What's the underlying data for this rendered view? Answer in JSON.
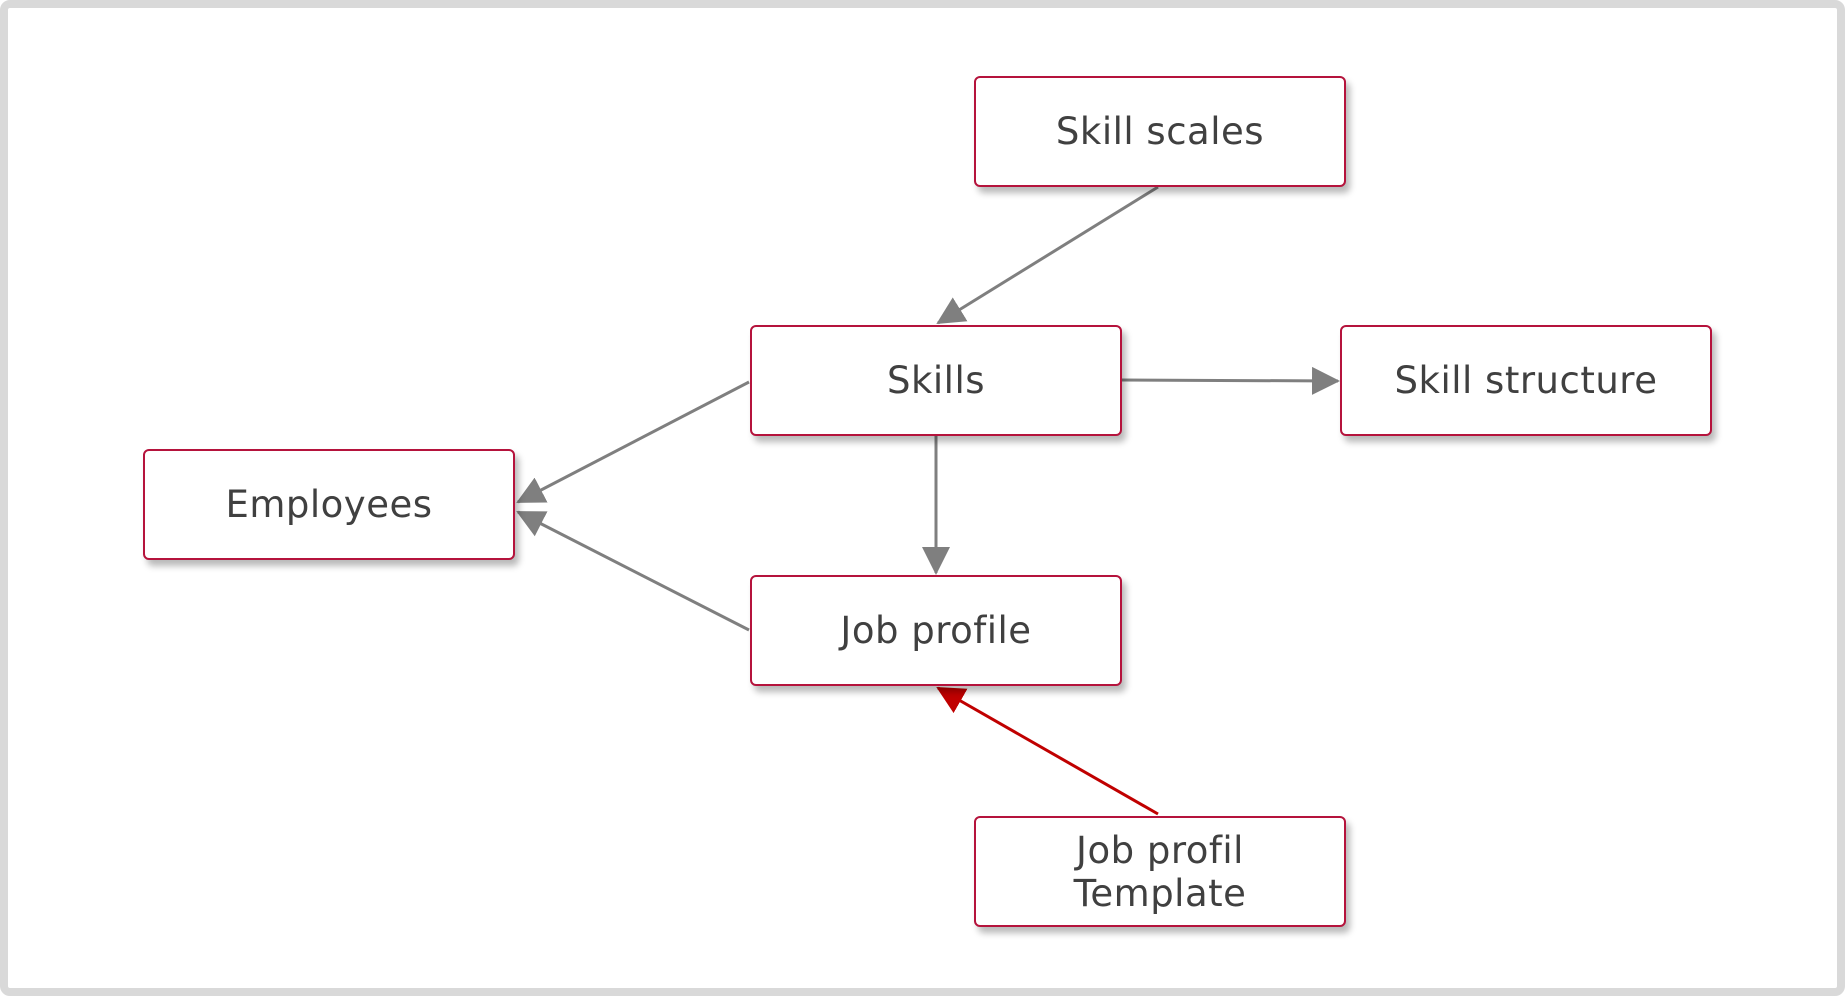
{
  "diagram": {
    "nodes": {
      "skill_scales": "Skill scales",
      "skills": "Skills",
      "skill_structure": "Skill structure",
      "employees": "Employees",
      "job_profile": "Job profile",
      "job_profil_template": "Job profil\nTemplate"
    },
    "edges": [
      {
        "from": "skill_scales",
        "to": "skills",
        "color": "#7f7f7f"
      },
      {
        "from": "skills",
        "to": "skill_structure",
        "color": "#7f7f7f"
      },
      {
        "from": "skills",
        "to": "job_profile",
        "color": "#7f7f7f"
      },
      {
        "from": "skills",
        "to": "employees",
        "color": "#7f7f7f"
      },
      {
        "from": "job_profile",
        "to": "employees",
        "color": "#7f7f7f"
      },
      {
        "from": "job_profil_template",
        "to": "job_profile",
        "color": "#c00000"
      }
    ],
    "colors": {
      "node_border": "#b5133c",
      "node_text": "#404040",
      "edge_default": "#7f7f7f",
      "edge_highlight": "#c00000",
      "frame": "#d9d9d9"
    }
  }
}
